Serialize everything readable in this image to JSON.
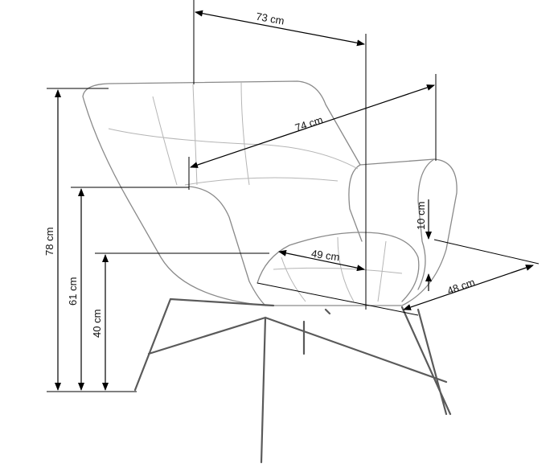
{
  "dimensions": {
    "overall_width": "73 cm",
    "diagonal_width": "74 cm",
    "armrest_height_above_seat": "10 cm",
    "seat_depth": "49 cm",
    "seat_width": "48 cm",
    "total_height": "78 cm",
    "armrest_height": "61 cm",
    "seat_height": "40 cm"
  }
}
